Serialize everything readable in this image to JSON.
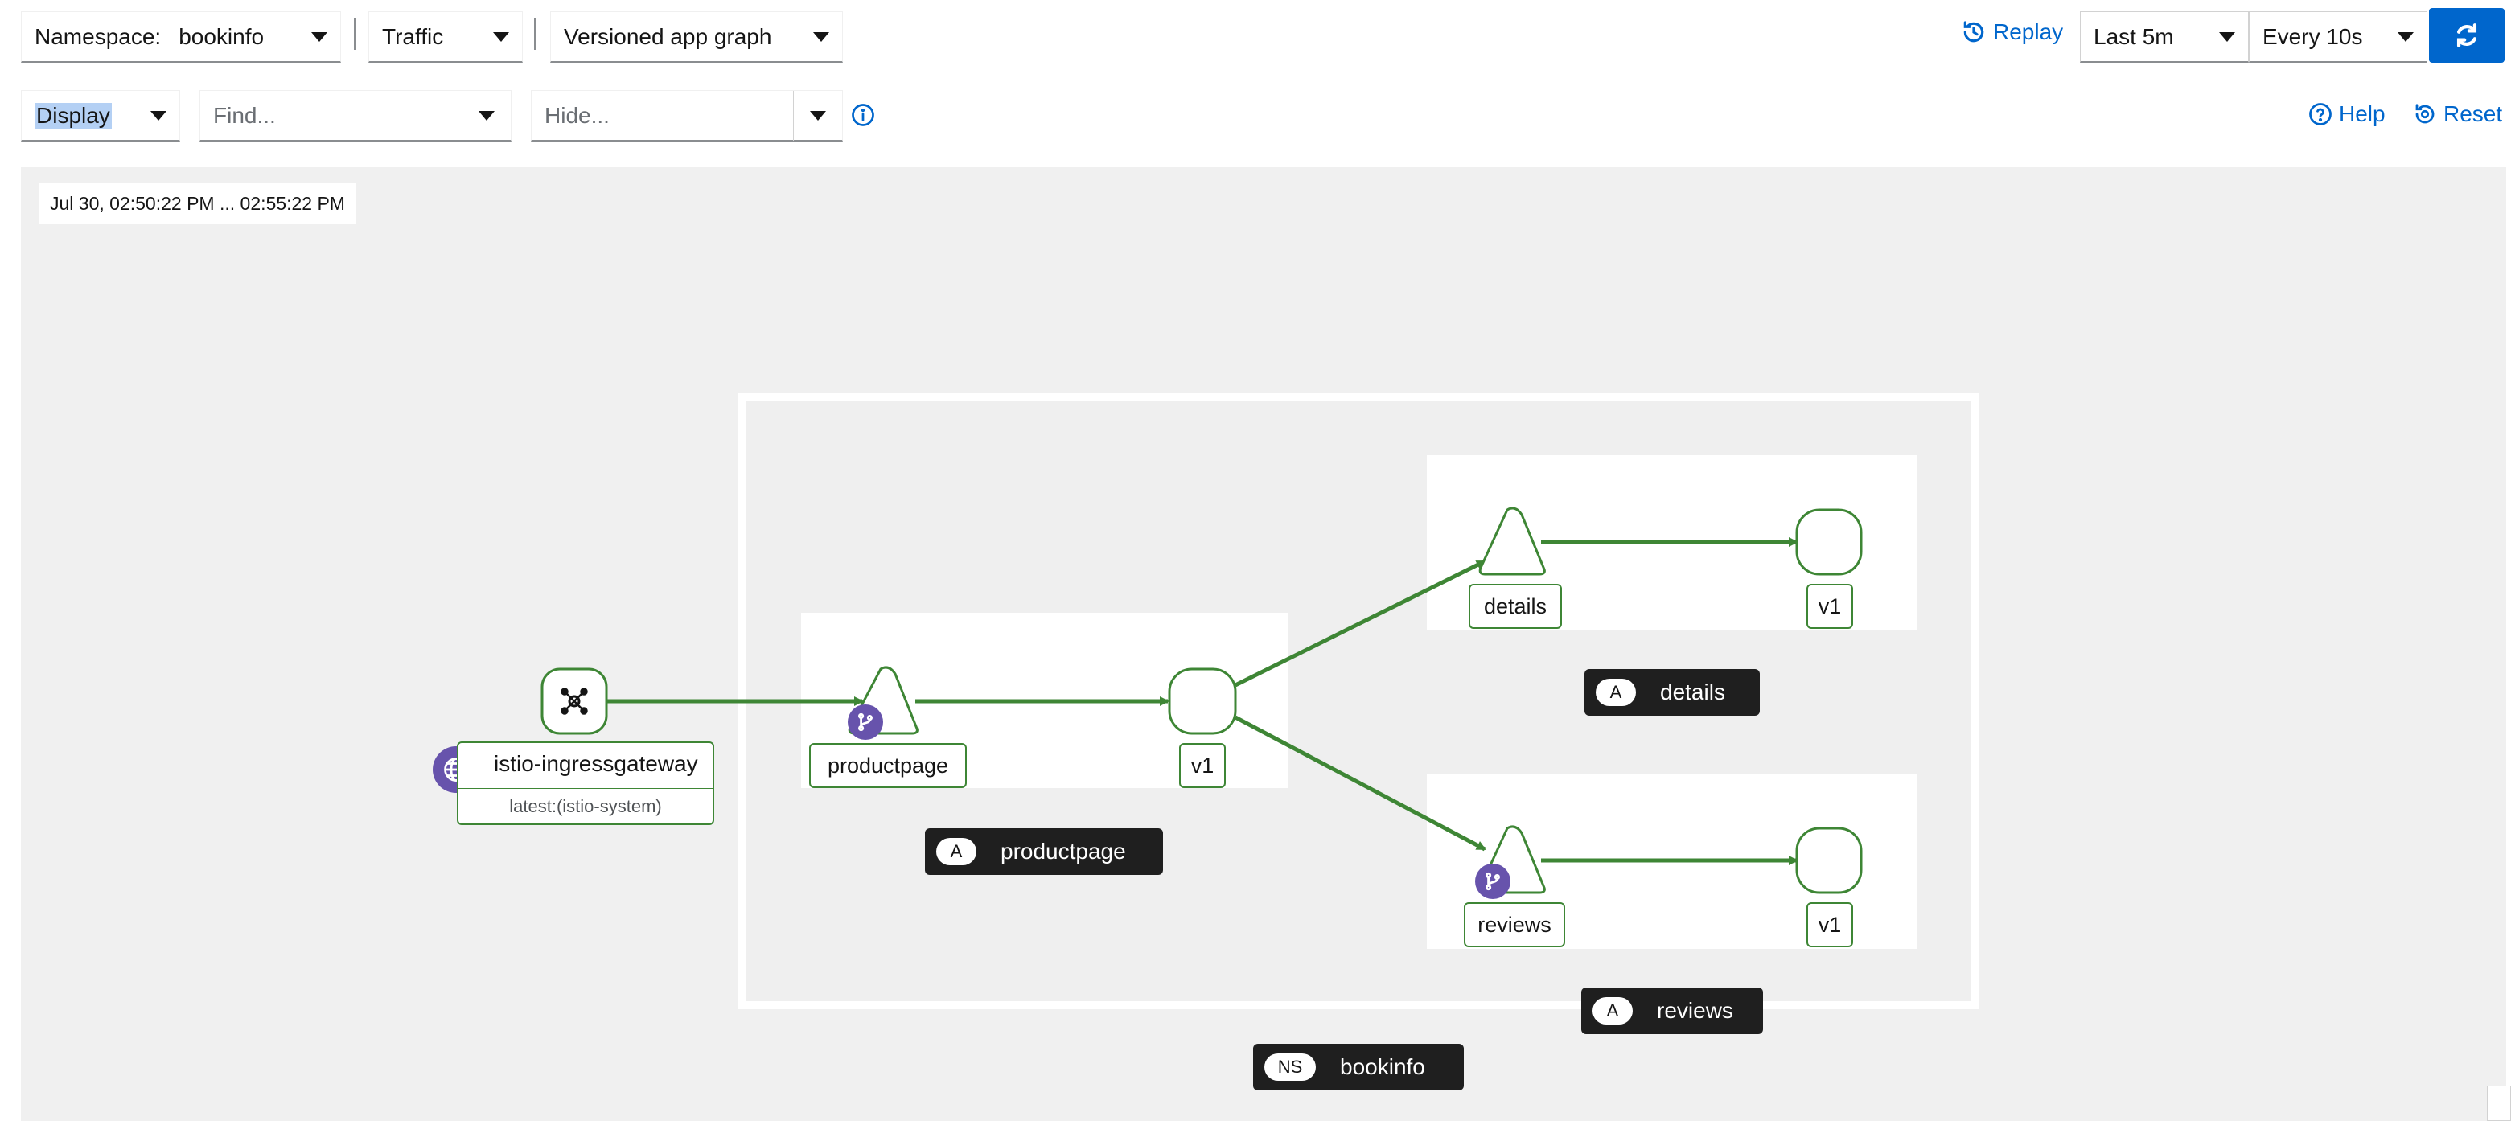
{
  "toolbar": {
    "namespace_label": "Namespace:",
    "namespace_value": "bookinfo",
    "traffic_label": "Traffic",
    "graph_type": "Versioned app graph",
    "replay_label": "Replay",
    "duration": "Last 5m",
    "refresh_interval": "Every 10s"
  },
  "toolbar2": {
    "display_label": "Display",
    "find_placeholder": "Find...",
    "hide_placeholder": "Hide...",
    "help_label": "Help",
    "reset_label": "Reset"
  },
  "graph": {
    "timestamp": "Jul 30, 02:50:22 PM ... 02:55:22 PM",
    "nodes": {
      "gateway_name": "istio-ingressgateway",
      "gateway_sub": "latest:(istio-system)",
      "productpage": "productpage",
      "productpage_v1": "v1",
      "details": "details",
      "details_v1": "v1",
      "reviews": "reviews",
      "reviews_v1": "v1"
    },
    "groups": {
      "app_badge": "A",
      "ns_badge": "NS",
      "productpage": "productpage",
      "details": "details",
      "reviews": "reviews",
      "namespace": "bookinfo"
    }
  },
  "colors": {
    "edge": "#3e8635",
    "accent": "#0066cc",
    "badge": "#6753ac"
  }
}
